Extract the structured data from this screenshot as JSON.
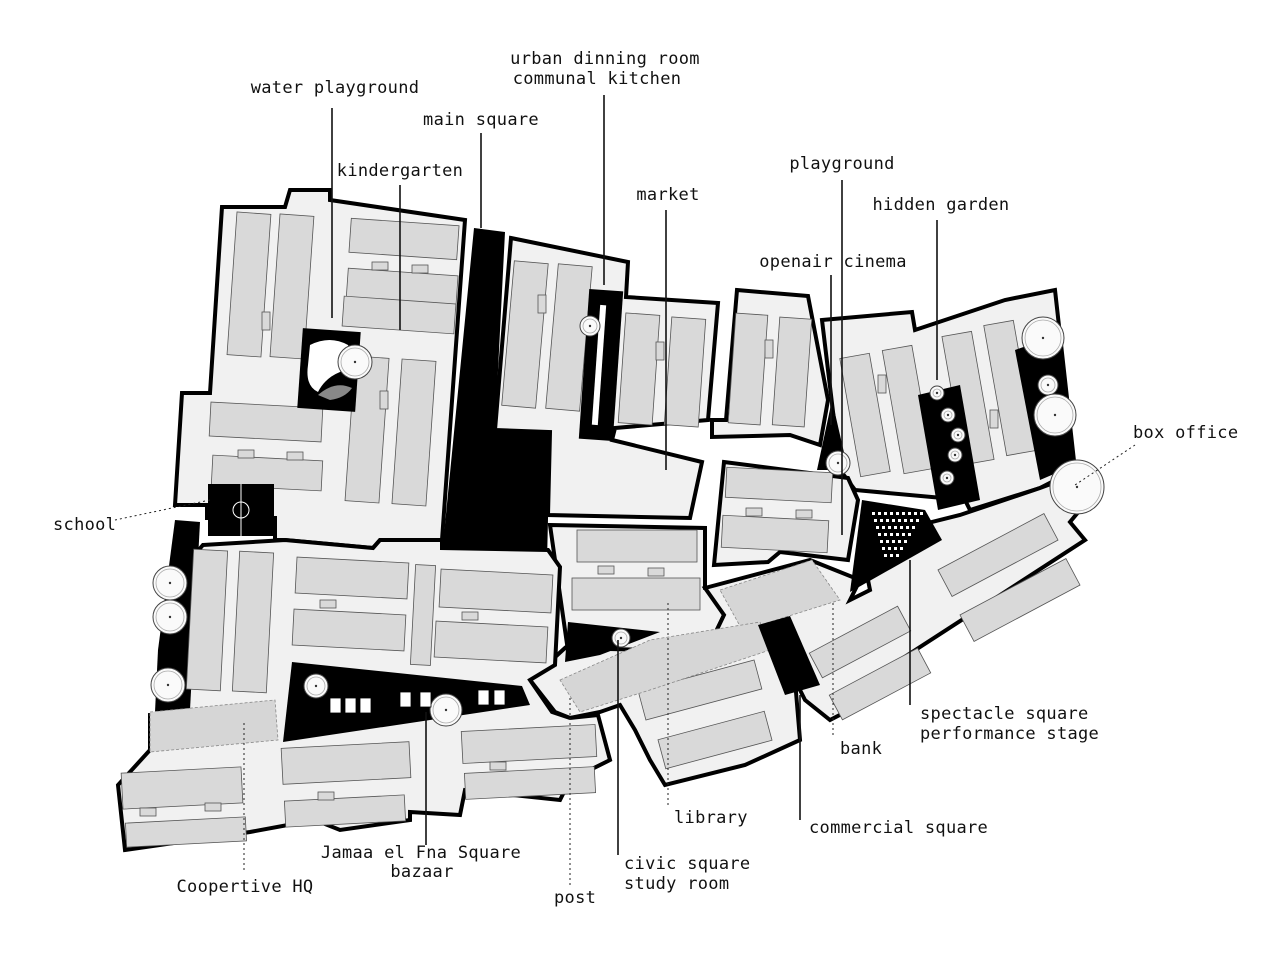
{
  "labels": {
    "water_playground": "water playground",
    "kindergarten": "kindergarten",
    "main_square": "main square",
    "urban_dining_1": "urban dinning room",
    "urban_dining_2": "communal kitchen",
    "market": "market",
    "playground": "playground",
    "hidden_garden": "hidden garden",
    "openair_cinema": "openair cinema",
    "box_office": "box office",
    "school": "school",
    "spectacle_1": "spectacle square",
    "spectacle_2": "performance stage",
    "bank": "bank",
    "commercial_square": "commercial square",
    "library": "library",
    "civic_1": "civic square",
    "civic_2": "study room",
    "post": "post",
    "jamaa_1": "Jamaa el Fna Square",
    "jamaa_2": "bazaar",
    "cooperative_hq": "Coopertive HQ"
  }
}
